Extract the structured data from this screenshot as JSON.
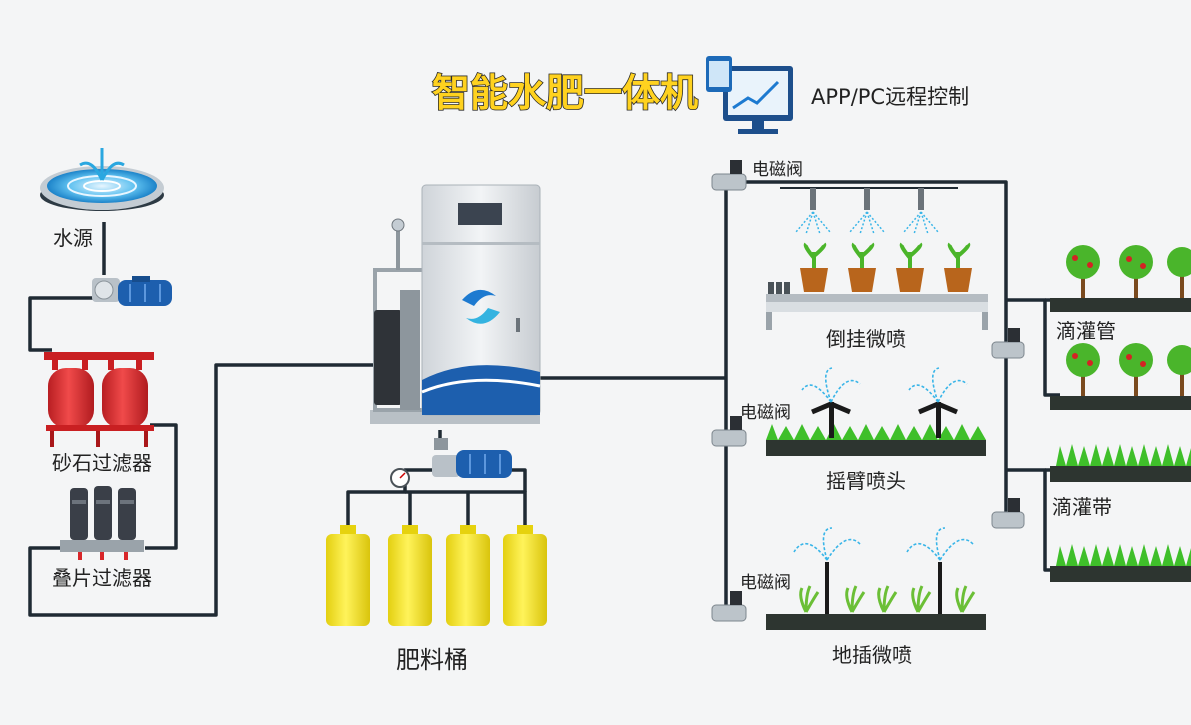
{
  "title": "智能水肥一体机",
  "remote_label": "APP/PC远程控制",
  "left_components": {
    "water_source": "水源",
    "sand_filter": "砂石过滤器",
    "disc_filter": "叠片过滤器"
  },
  "fertilizer_tank_label": "肥料桶",
  "valve_label": "电磁阀",
  "zones": {
    "hanging_mist": "倒挂微喷",
    "rocker_sprinkler": "摇臂喷头",
    "ground_mist": "地插微喷"
  },
  "drip": {
    "drip_pipe": "滴灌管",
    "drip_tape": "滴灌带"
  },
  "colors": {
    "pipe": "#1f2a33",
    "pump_blue": "#1d5fae",
    "filter_red": "#d8262a",
    "tank_yellow": "#f7e21a",
    "title_yellow": "#ffd21f",
    "grass_green": "#3fbf2a",
    "soil": "#2d3530"
  }
}
